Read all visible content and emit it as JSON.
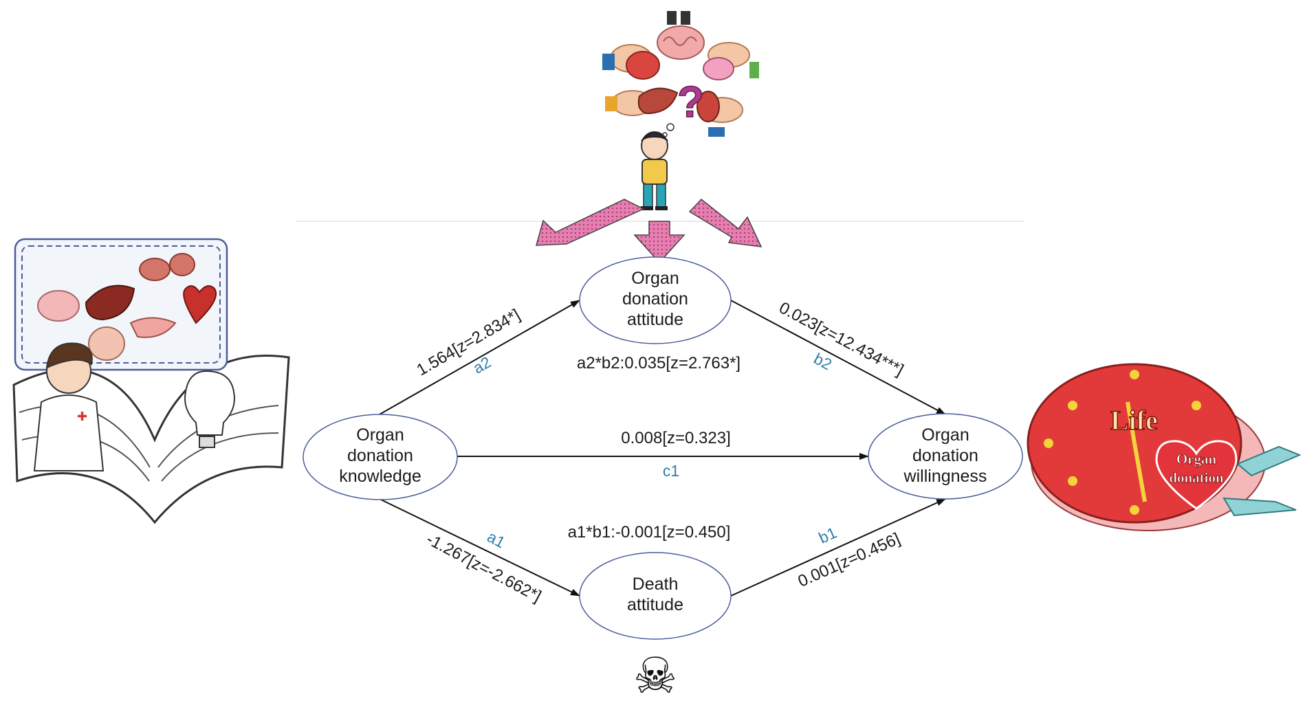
{
  "nodes": {
    "knowledge": [
      "Organ",
      "donation",
      "knowledge"
    ],
    "attitude": [
      "Organ",
      "donation",
      "attitude"
    ],
    "willingness": [
      "Organ",
      "donation",
      "willingness"
    ],
    "death": [
      "Death",
      "attitude"
    ]
  },
  "paths": {
    "a2": {
      "name": "a2",
      "value": "1.564[z=2.834*]"
    },
    "b2": {
      "name": "b2",
      "value": "0.023[z=12.434***]"
    },
    "c1": {
      "name": "c1",
      "value": "0.008[z=0.323]"
    },
    "a1": {
      "name": "a1",
      "value": "-1.267[z=-2.662*]"
    },
    "b1": {
      "name": "b1",
      "value": "0.001[z=0.456]"
    }
  },
  "indirect": {
    "a2b2": "a2*b2:0.035[z=2.763*]",
    "a1b1": "a1*b1:-0.001[z=0.450]"
  },
  "illustrations": {
    "question_mark": "?",
    "clock_title": "Life",
    "heart_label": [
      "Organ",
      "donation"
    ],
    "skull": "☠"
  },
  "colors": {
    "arrow_fill": "#e47fb0",
    "path_name": "#2e7fa8",
    "clock_red": "#e23a3a"
  }
}
